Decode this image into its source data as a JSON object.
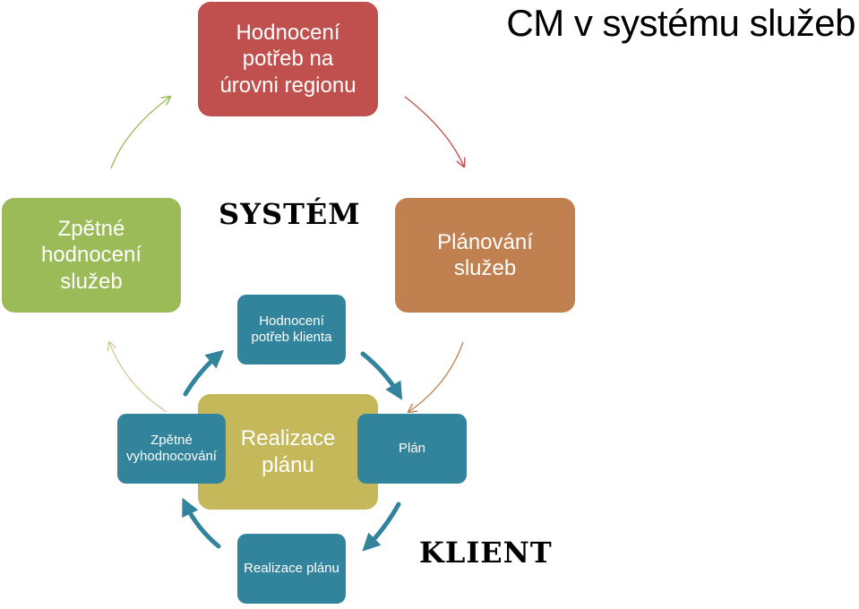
{
  "title": "CM v systému služeb",
  "system_label": "SYSTÉM",
  "client_label": "KLIENT",
  "outer_cycle": [
    {
      "label": "Hodnocení\npotřeb na\núrovni regionu",
      "color": "#C0504D"
    },
    {
      "label": "Plánování\nslužeb",
      "color": "#C0804F"
    },
    {
      "label": "Zpětné\nhodnocení\nslužeb",
      "color": "#9BBB59"
    }
  ],
  "inner_cycle": {
    "center": {
      "label": "Realizace\nplánu",
      "color": "#C4B85A"
    },
    "nodes": [
      {
        "label": "Hodnocení\npotřeb klienta",
        "color": "#31849B"
      },
      {
        "label": "Plán",
        "color": "#31849B"
      },
      {
        "label": "Realizace plánu",
        "color": "#31849B"
      },
      {
        "label": "Zpětné\nvyhodnocování",
        "color": "#31849B"
      }
    ]
  }
}
